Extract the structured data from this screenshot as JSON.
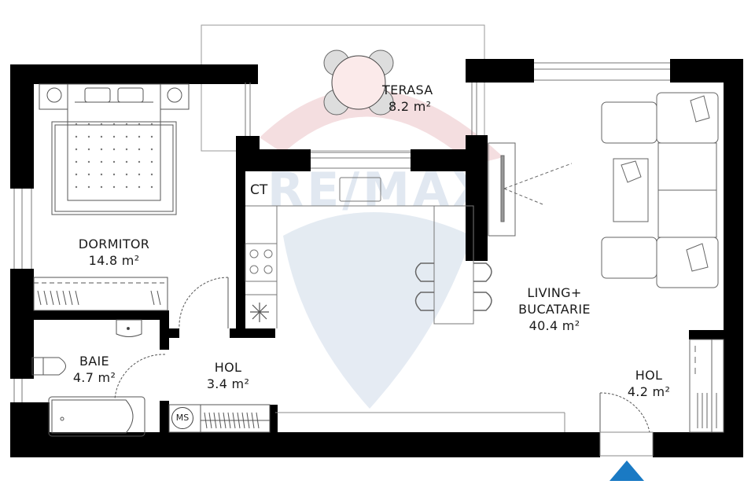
{
  "plan": {
    "watermark": "RE/MAX",
    "colors": {
      "wall": "#000000",
      "furniture_line": "#555555",
      "watermark_red": "#e8b4b8",
      "watermark_blue": "#c9d6e6",
      "entry_arrow": "#1a7ac4"
    },
    "rooms": [
      {
        "id": "terasa",
        "name": "TERASA",
        "area": "8.2 m²"
      },
      {
        "id": "dormitor",
        "name": "DORMITOR",
        "area": "14.8 m²"
      },
      {
        "id": "living",
        "name": "LIVING+",
        "name2": "BUCATARIE",
        "area": "40.4 m²"
      },
      {
        "id": "baie",
        "name": "BAIE",
        "area": "4.7 m²"
      },
      {
        "id": "hol1",
        "name": "HOL",
        "area": "3.4 m²"
      },
      {
        "id": "hol2",
        "name": "HOL",
        "area": "4.2 m²"
      }
    ],
    "labels": {
      "ct": "CT",
      "ms": "MS"
    },
    "entry_icon": "triangle-up-icon"
  }
}
